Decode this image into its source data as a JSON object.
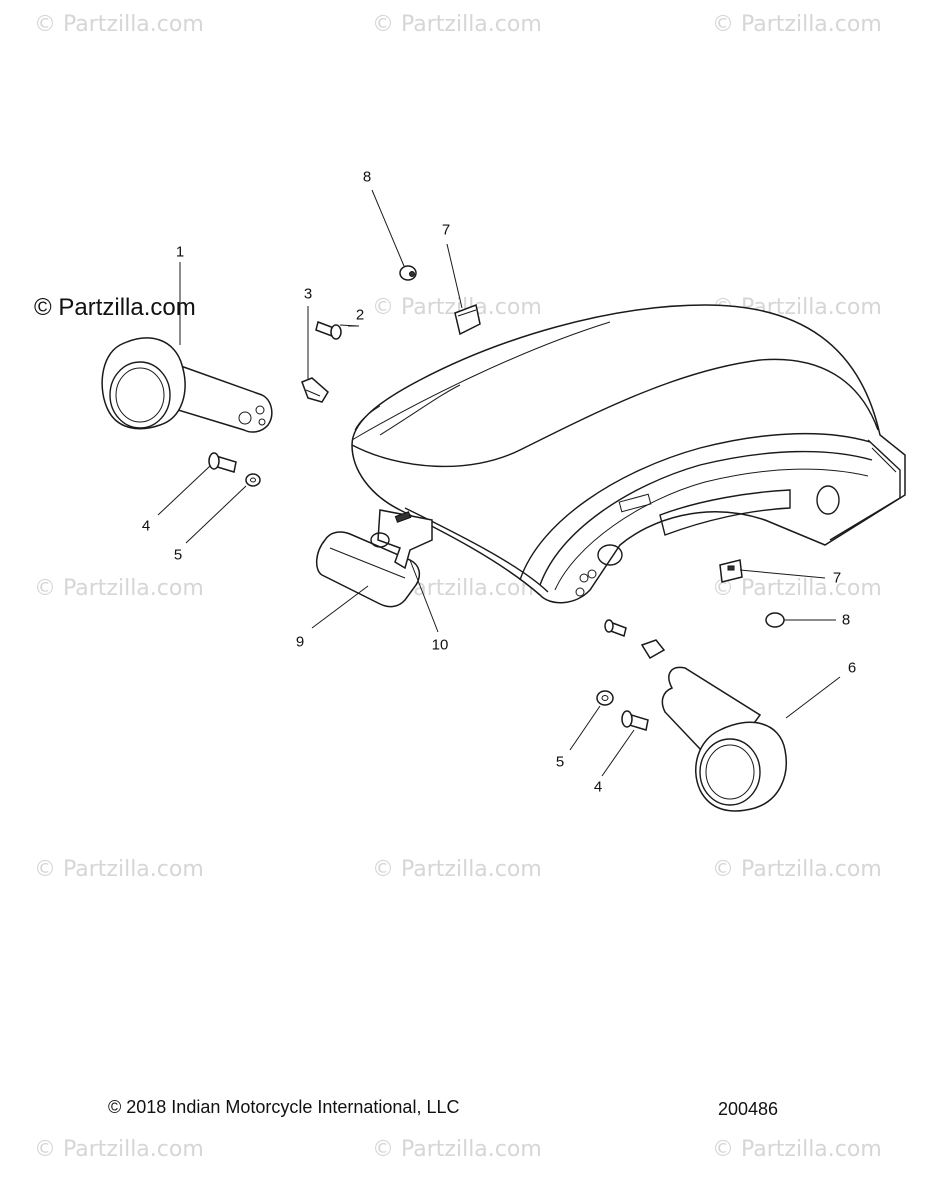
{
  "watermark": "© Partzilla.com",
  "brand_watermark": "© Partzilla.com",
  "callouts": {
    "c1": "1",
    "c2": "2",
    "c3": "3",
    "c4a": "4",
    "c5a": "5",
    "c6": "6",
    "c7a": "7",
    "c7b": "7",
    "c8a": "8",
    "c8b": "8",
    "c9": "9",
    "c10": "10",
    "c5b": "5",
    "c4b": "4"
  },
  "footer": {
    "copyright": "© 2018 Indian Motorcycle International, LLC",
    "diagram_number": "200486"
  }
}
